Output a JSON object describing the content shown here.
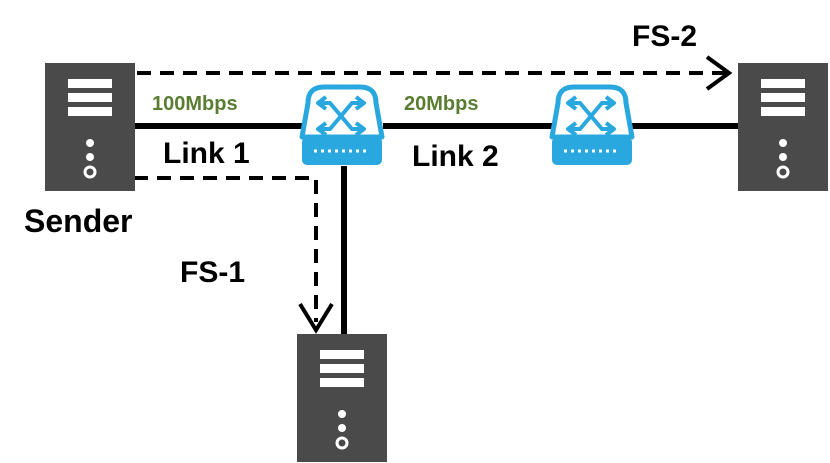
{
  "labels": {
    "fs2": "FS-2",
    "fs1": "FS-1",
    "sender": "Sender",
    "link1": "Link 1",
    "link2": "Link 2",
    "rate1": "100Mbps",
    "rate2": "20Mbps"
  },
  "colors": {
    "server": "#4a4a4a",
    "switch": "#29a8e0",
    "link": "#000000",
    "rate_text": "#5a7d32",
    "text": "#000000"
  },
  "icons": {
    "server": "server-icon",
    "switch": "switch-icon"
  }
}
